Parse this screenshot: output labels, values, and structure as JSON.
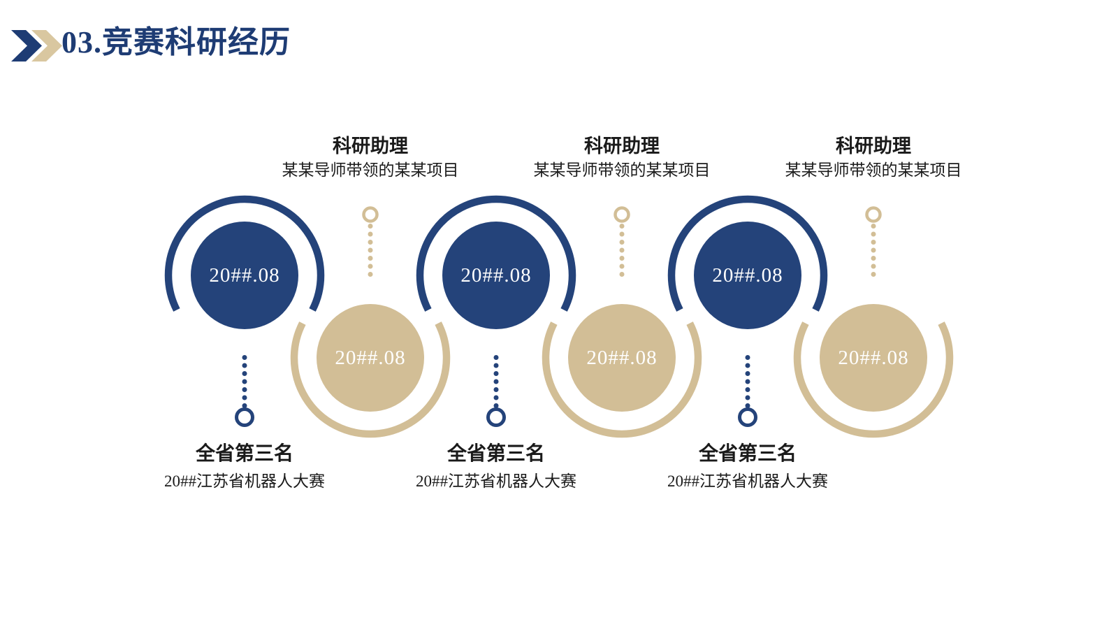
{
  "slide": {
    "header": {
      "title": "03.竞赛科研经历",
      "decoration": {
        "icon": "double-chevron-right",
        "colors": [
          "#1e3c74",
          "#d9c7a0"
        ]
      }
    },
    "palette": {
      "navy": "#24437a",
      "tan": "#d2be96",
      "label_text": "#1a1a1a",
      "date_text": "#ffffff",
      "background": "#ffffff"
    },
    "milestones": [
      {
        "kind": "competition-award",
        "date": "20##.08",
        "title": "全省第三名",
        "subtitle": "20##江苏省机器人大赛"
      },
      {
        "kind": "research-role",
        "date": "20##.08",
        "title": "科研助理",
        "subtitle": "某某导师带领的某某项目"
      },
      {
        "kind": "competition-award",
        "date": "20##.08",
        "title": "全省第三名",
        "subtitle": "20##江苏省机器人大赛"
      },
      {
        "kind": "research-role",
        "date": "20##.08",
        "title": "科研助理",
        "subtitle": "某某导师带领的某某项目"
      },
      {
        "kind": "competition-award",
        "date": "20##.08",
        "title": "全省第三名",
        "subtitle": "20##江苏省机器人大赛"
      },
      {
        "kind": "research-role",
        "date": "20##.08",
        "title": "科研助理",
        "subtitle": "某某导师带领的某某项目"
      }
    ]
  }
}
